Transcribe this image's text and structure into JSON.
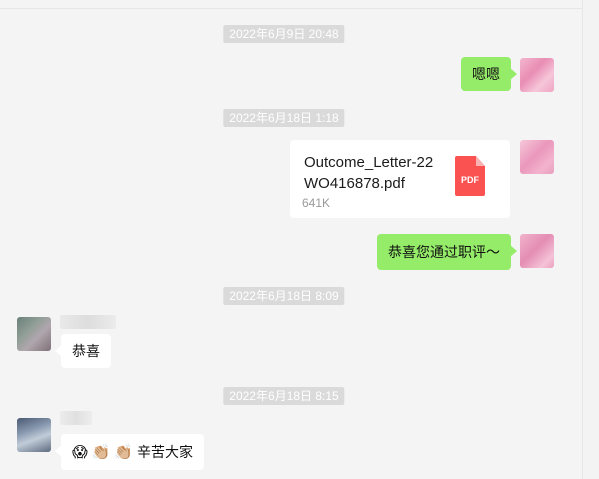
{
  "messages": {
    "ts1": "2022年6月9日 20:48",
    "msg1": "嗯嗯",
    "ts2": "2022年6月18日 1:18",
    "file": {
      "name": "Outcome_Letter-22WO416878.pdf",
      "size": "641K",
      "type_label": "PDF"
    },
    "msg2": "恭喜您通过职评～",
    "ts3": "2022年6月18日 8:09",
    "msg3": "恭喜",
    "ts4": "2022年6月18日 8:15",
    "msg4_emojis": [
      "😱",
      "👏🏼",
      "👏🏼"
    ],
    "msg4_text": "辛苦大家"
  },
  "colors": {
    "self_bubble": "#95ec69",
    "other_bubble": "#ffffff",
    "pdf": "#fa5151",
    "timestamp_bg": "#dadada"
  }
}
